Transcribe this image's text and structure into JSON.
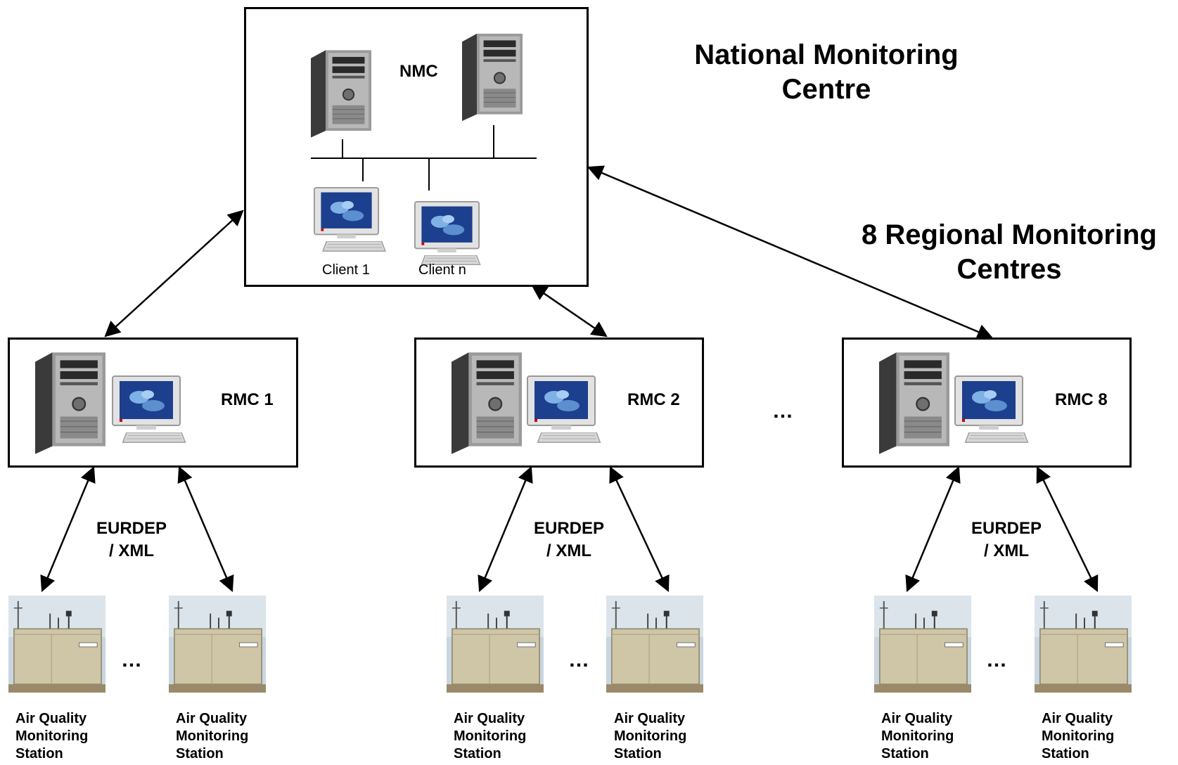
{
  "nmc": {
    "label": "NMC",
    "clients": [
      "Client 1",
      "Client n"
    ]
  },
  "titles": {
    "national": [
      "National Monitoring",
      "Centre"
    ],
    "regional": [
      "8 Regional Monitoring",
      "Centres"
    ]
  },
  "rmcs": [
    {
      "label": "RMC 1",
      "protocol": [
        "EURDEP",
        "/ XML"
      ]
    },
    {
      "label": "RMC 2",
      "protocol": [
        "EURDEP",
        "/ XML"
      ]
    },
    {
      "label": "RMC 8",
      "protocol": [
        "EURDEP",
        "/ XML"
      ]
    }
  ],
  "ellipsis": "…",
  "station": {
    "label": [
      "Air Quality",
      "Monitoring",
      "Station"
    ]
  },
  "icons": [
    "server-tower-icon",
    "crt-monitor-icon",
    "keyboard-icon",
    "station-container-icon"
  ]
}
